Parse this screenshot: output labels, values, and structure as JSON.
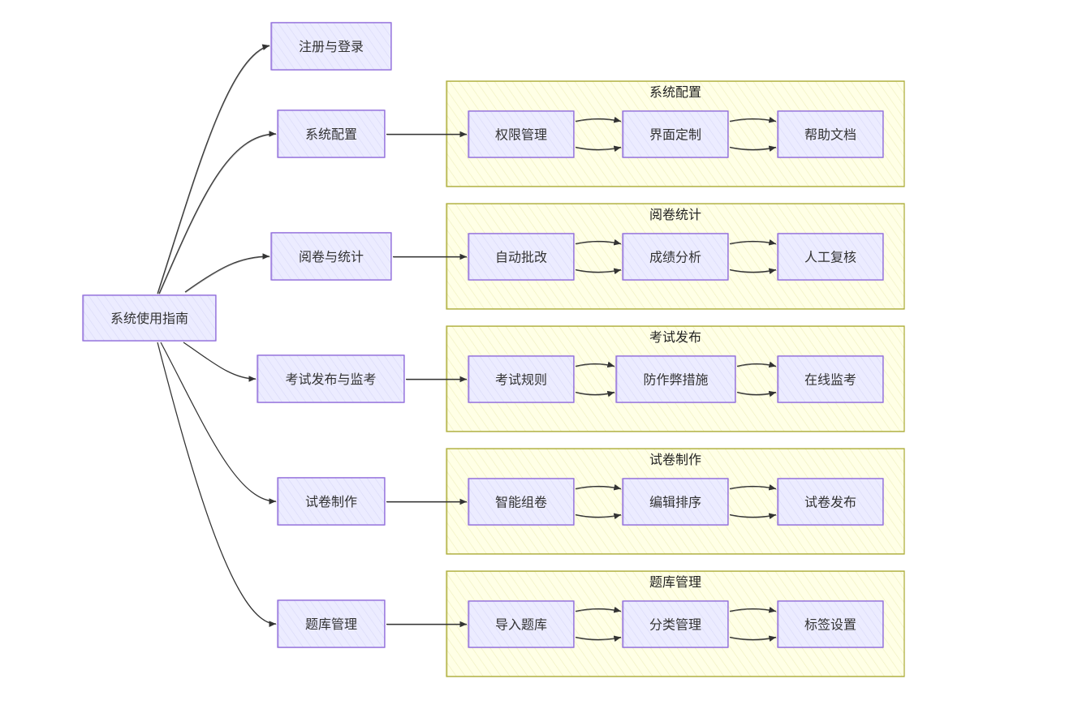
{
  "colors": {
    "node_fill": "#ececff",
    "node_stroke": "#9370db",
    "group_fill": "#ffffde",
    "group_stroke": "#aaaa33",
    "edge": "#333333"
  },
  "root": {
    "label": "系统使用指南"
  },
  "top_nodes": [
    {
      "id": "reg",
      "label": "注册与登录"
    },
    {
      "id": "cfg",
      "label": "系统配置"
    },
    {
      "id": "mark",
      "label": "阅卷与统计"
    },
    {
      "id": "exam",
      "label": "考试发布与监考"
    },
    {
      "id": "paper",
      "label": "试卷制作"
    },
    {
      "id": "bank",
      "label": "题库管理"
    }
  ],
  "groups": [
    {
      "id": "g-cfg",
      "title": "系统配置",
      "from": "cfg",
      "steps": [
        "权限管理",
        "界面定制",
        "帮助文档"
      ]
    },
    {
      "id": "g-mark",
      "title": "阅卷统计",
      "from": "mark",
      "steps": [
        "自动批改",
        "成绩分析",
        "人工复核"
      ]
    },
    {
      "id": "g-exam",
      "title": "考试发布",
      "from": "exam",
      "steps": [
        "考试规则",
        "防作弊措施",
        "在线监考"
      ]
    },
    {
      "id": "g-paper",
      "title": "试卷制作",
      "from": "paper",
      "steps": [
        "智能组卷",
        "编辑排序",
        "试卷发布"
      ]
    },
    {
      "id": "g-bank",
      "title": "题库管理",
      "from": "bank",
      "steps": [
        "导入题库",
        "分类管理",
        "标签设置"
      ]
    }
  ]
}
